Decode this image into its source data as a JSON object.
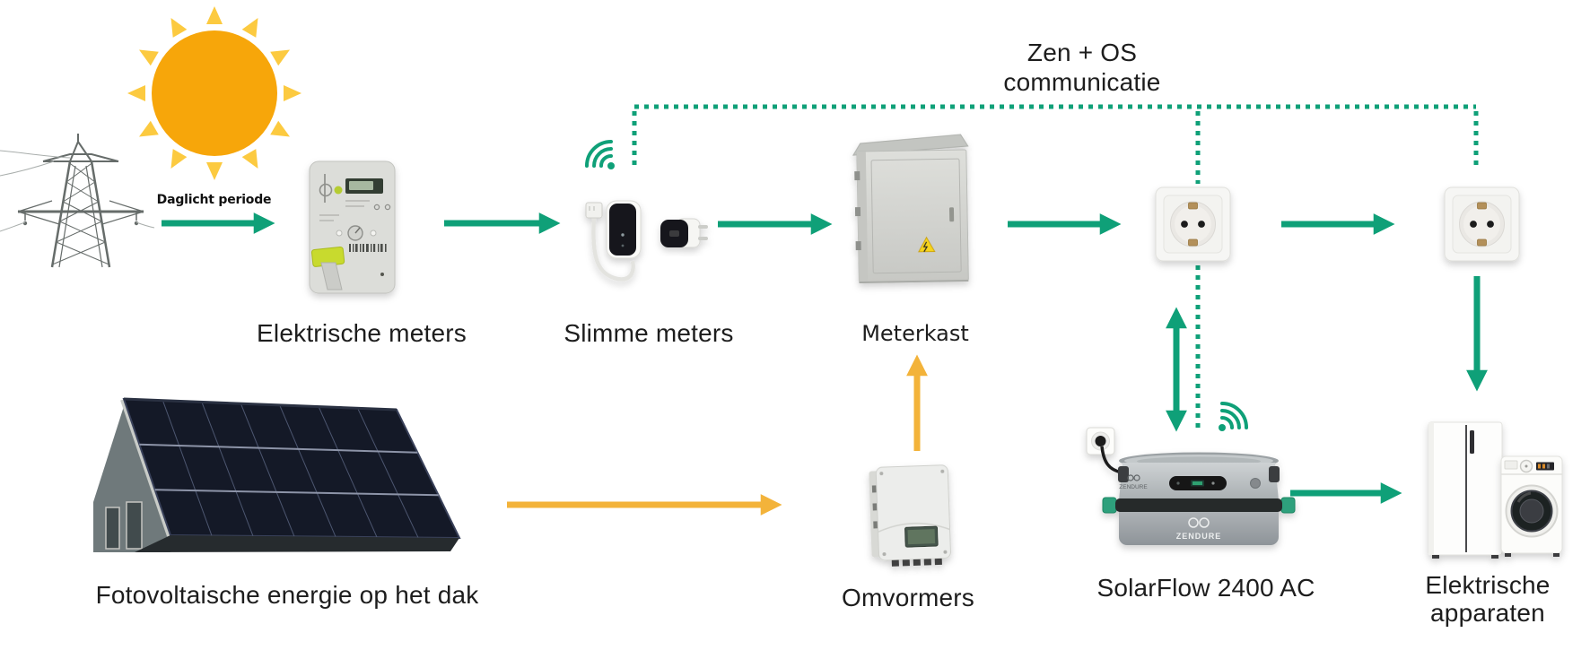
{
  "title": {
    "line1": "Zen + OS",
    "line2": "communicatie"
  },
  "labels": {
    "daylight_period": "Daglicht periode",
    "electric_meters": "Elektrische meters",
    "smart_meters": "Slimme meters",
    "meter_cabinet": "Meterkast",
    "pv_energy": "Fotovoltaische energie op het dak",
    "inverters": "Omvormers",
    "solarflow": "SolarFlow 2400 AC",
    "appliances_line1": "Elektrische",
    "appliances_line2": "apparaten"
  },
  "devices": {
    "solarflow_brand": "ZENDURE"
  },
  "icons": {
    "sun": "sun-icon",
    "wifi_smart_meters": "wifi-icon",
    "wifi_solarflow": "wifi-icon",
    "warning": "warning-triangle-icon"
  },
  "colors": {
    "flow_green": "#0fa078",
    "flow_yellow": "#f3b33a",
    "sun_core": "#f7a60a",
    "sun_ray": "#fcca40",
    "text": "#1d1d1d"
  }
}
